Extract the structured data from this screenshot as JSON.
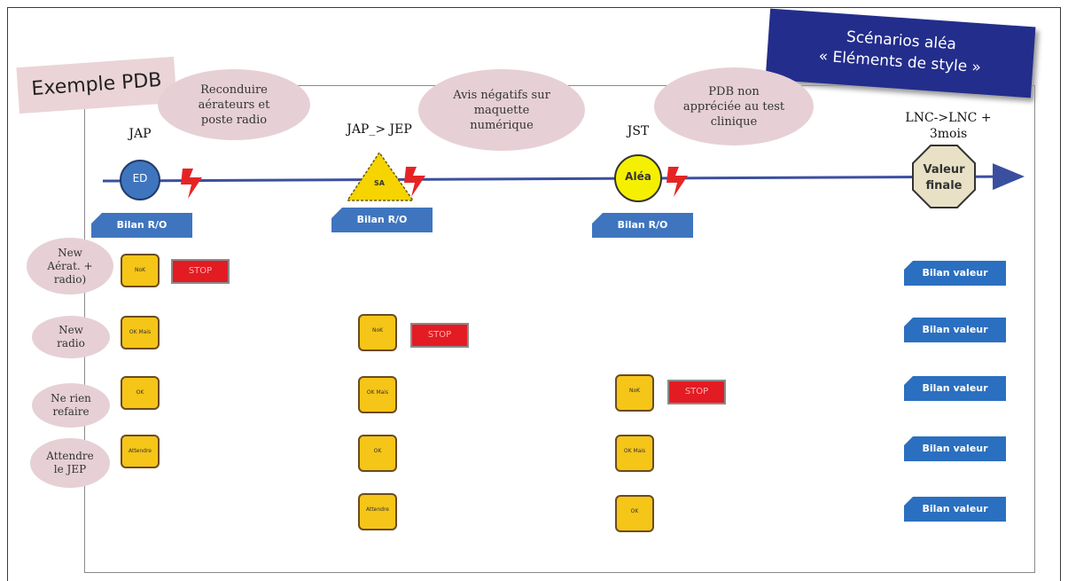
{
  "title": "Exemple PDB",
  "banner": {
    "line1": "Scénarios aléa",
    "line2": "« Eléments de style »"
  },
  "milestones": [
    {
      "label": "JAP",
      "node": "ED"
    },
    {
      "label": "JAP_> JEP",
      "node": "SA"
    },
    {
      "label": "JST",
      "node": "Aléa"
    },
    {
      "label": "LNC->LNC + 3mois",
      "node": "Valeur finale"
    }
  ],
  "bubbles": [
    "Reconduire aérateurs et poste radio",
    "Avis négatifs sur maquette numérique",
    "PDB non appréciée au test clinique"
  ],
  "bilan_ro": "Bilan R/O",
  "bilan_valeur": "Bilan valeur",
  "scenarios": [
    "New Aérat. + radio)",
    "New radio",
    "Ne rien refaire",
    "Attendre le JEP"
  ],
  "boxes": {
    "nok": "NoK",
    "ok_mais": "OK Mais",
    "ok": "OK",
    "attendre": "Attendre"
  },
  "stop": "STOP",
  "colors": {
    "axis": "#3b4fa0",
    "bilan": "#3f75be",
    "box": "#f5c518",
    "stop": "#e31b23",
    "bubble": "#e6d0d5",
    "banner": "#232d8c"
  }
}
